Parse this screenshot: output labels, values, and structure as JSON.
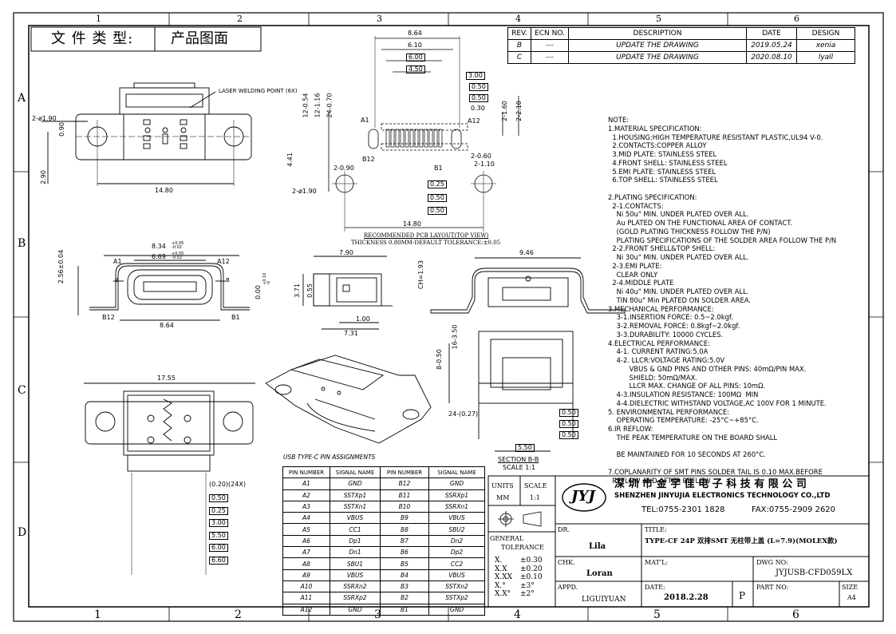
{
  "doc_type": {
    "label": "文 件 类 型:",
    "value": "产品图面"
  },
  "zones": {
    "cols": [
      "1",
      "2",
      "3",
      "4",
      "5",
      "6"
    ],
    "rows": [
      "A",
      "B",
      "C",
      "D"
    ]
  },
  "revision": {
    "headers": [
      "REV.",
      "ECN NO.",
      "DESCRIPTION",
      "DATE",
      "DESIGN"
    ],
    "rows": [
      {
        "rev": "B",
        "ecn": "---",
        "desc": "UPDATE THE DRAWING",
        "date": "2019.05.24",
        "design": "xenia"
      },
      {
        "rev": "C",
        "ecn": "---",
        "desc": "UPDATE THE DRAWING",
        "date": "2020.08.10",
        "design": "lyall"
      }
    ]
  },
  "dims": {
    "top_width": "14.80",
    "hole": "2-ø1.90",
    "d090": "0.90",
    "d290": "2.90",
    "laser": "LASER WELDING POINT (6X)",
    "pcb_864": "8.64",
    "pcb_610": "6.10",
    "pcb_600": "6.00",
    "pcb_450": "4.50",
    "pcb_300": "3.00",
    "pcb_030": "0.30",
    "pcb_050": "0.50",
    "pcb_12_054": "12-0.54",
    "pcb_12_116": "12-1.16",
    "pcb_24_070": "24-0.70",
    "pcb_2_160": "2-1.60",
    "pcb_2_210": "2-2.10",
    "pcb_2_060": "2-0.60",
    "pcb_2_110": "2-1.10",
    "pcb_2_090": "2-0.90",
    "pcb_441": "4.41",
    "pcb_025": "0.25",
    "pcb_1480": "14.80",
    "pcb_hole": "2-ø1.90",
    "pin_a1": "A1",
    "pin_a12": "A12",
    "pin_b12": "B12",
    "pin_b1": "B1",
    "pcb_caption1": "RECOMMENDED PCB LAYOUT(TOP VIEW)",
    "pcb_caption2": "THICKNESS 0.80MM-DEFAULT TOLERANCE:±0.05",
    "front_834": "8.34",
    "front_834_tol": "+0.05 -0.02",
    "front_669": "6.69",
    "front_669_tol": "+0.05 -0.02",
    "front_256": "2.56±0.04",
    "front_864": "8.64",
    "front_b": "B",
    "front_0": "0.00",
    "front_0_tol": "+0.10 -0",
    "side_790": "7.90",
    "side_ch": "CH=1.93",
    "side_371": "3.71",
    "side_055": "0.55",
    "side_100": "1.00",
    "side_731": "7.31",
    "end_946": "9.46",
    "bot_1755": "17.55",
    "bot_020": "(0.20)(24X)",
    "bot_050": "0.50",
    "bot_025": "0.25",
    "bot_300": "3.00",
    "bot_550": "5.50",
    "bot_600": "6.00",
    "bot_660": "6.60",
    "sec_16_350": "16-3.50",
    "sec_8_050": "8-0.50",
    "sec_24": "24-(0.27)",
    "sec_550": "5.50",
    "sec_050": "0.50",
    "section_title": "SECTION B-B",
    "section_scale": "SCALE 1:1"
  },
  "pin_table": {
    "title": "USB TYPE-C PIN ASSIGNMENTS",
    "headers": [
      "PIN NUMBER",
      "SIGNAL NAME",
      "PIN NUMBER",
      "SIGNAL NAME"
    ],
    "rows": [
      [
        "A1",
        "GND",
        "B12",
        "GND"
      ],
      [
        "A2",
        "SSTXp1",
        "B11",
        "SSRXp1"
      ],
      [
        "A3",
        "SSTXn1",
        "B10",
        "SSRXn1"
      ],
      [
        "A4",
        "VBUS",
        "B9",
        "VBUS"
      ],
      [
        "A5",
        "CC1",
        "B8",
        "SBU2"
      ],
      [
        "A6",
        "Dp1",
        "B7",
        "Dn2"
      ],
      [
        "A7",
        "Dn1",
        "B6",
        "Dp2"
      ],
      [
        "A8",
        "SBU1",
        "B5",
        "CC2"
      ],
      [
        "A9",
        "VBUS",
        "B4",
        "VBUS"
      ],
      [
        "A10",
        "SSRXn2",
        "B3",
        "SSTXn2"
      ],
      [
        "A11",
        "SSRXp2",
        "B2",
        "SSTXp2"
      ],
      [
        "A12",
        "GND",
        "B1",
        "GND"
      ]
    ]
  },
  "notes": [
    "NOTE:",
    "1.MATERIAL SPECIFICATION:",
    "  1.HOUSING:HIGH TEMPERATURE RESISTANT PLASTIC,UL94 V-0.",
    "  2.CONTACTS:COPPER ALLOY",
    "  3.MID PLATE: STAINLESS STEEL",
    "  4.FRONT SHELL: STAINLESS STEEL",
    "  5.EMI PLATE: STAINLESS STEEL",
    "  6.TOP SHELL: STAINLESS STEEL",
    "",
    "2.PLATING SPECIFICATION:",
    "  2-1.CONTACTS:",
    "    Ni 50u\" MIN. UNDER PLATED OVER ALL.",
    "    Au PLATED ON THE FUNCTIONAL AREA OF CONTACT.",
    "    (GOLD PLATING THICKNESS FOLLOW THE P/N)",
    "    PLATING SPECIFICATIONS OF THE SOLDER AREA FOLLOW THE P/N",
    "  2-2.FRONT SHELL&TOP SHELL:",
    "    Ni 30u\" MIN. UNDER PLATED OVER ALL.",
    "  2-3.EMI PLATE:",
    "    CLEAR ONLY",
    "  2-4.MIDDLE PLATE",
    "    Ni 40u\" MIN. UNDER PLATED OVER ALL.",
    "    TIN 80u\" Min PLATED ON SOLDER AREA.",
    "3.MECHANICAL PERFORMANCE:",
    "    3-1.INSERTION FORCE: 0.5~2.0kgf.",
    "    3-2.REMOVAL FORCE: 0.8kgf~2.0kgf.",
    "    3-3.DURABILITY: 10000 CYCLES.",
    "4.ELECTRICAL PERFORMANCE:",
    "    4-1. CURRENT RATING:5.0A",
    "    4-2. LLCR:VOLTAGE RATING:5.0V",
    "          VBUS & GND PINS AND OTHER PINS: 40mΩ/PIN MAX.",
    "          SHIELD: 50mΩ/MAX.",
    "          LLCR MAX. CHANGE OF ALL PINS: 10mΩ.",
    "    4-3.INSULATION RESISTANCE: 100MΩ  MIN",
    "    4-4.DIELECTRIC WITHSTAND VOLTAGE,AC 100V FOR 1 MINUTE.",
    "5. ENVIRONMENTAL PERFORMANCE:",
    "    OPERATING TEMPERATURE: -25°C~+85°C.",
    "6.IR REFLOW:",
    "    THE PEAK TEMPERATURE ON THE BOARD SHALL",
    "",
    "    BE MAINTAINED FOR 10 SECONDS AT 260°C.",
    "",
    "7.COPLANARITY OF SMT PINS SOLDER TAIL IS 0.10 MAX.BEFORE",
    "  REFLOW AND AFTER REFLOW"
  ],
  "title_block": {
    "units_label": "UNITS",
    "units_value": "MM",
    "scale_label": "SCALE",
    "scale_value": "1:1",
    "general": "GENERAL",
    "tolerance": "TOLERANCE",
    "tol_rows": [
      [
        "X.",
        "±0.30"
      ],
      [
        "X.X",
        "±0.20"
      ],
      [
        "X.XX",
        "±0.10"
      ],
      [
        "X.°",
        "±3°"
      ],
      [
        "X.X°",
        "±2°"
      ]
    ],
    "logo": "JYJ",
    "company_cn": "深 圳 市 金 宇 佳 电 子 科 技 有 限 公 司",
    "company_en": "SHENZHEN JINYUJIA ELECTRONICS TECHNOLOGY CO.,LTD",
    "tel": "TEL:0755-2301 1828",
    "fax": "FAX:0755-2909 2620",
    "dr_label": "DR.",
    "dr_value": "Lila",
    "title_label": "TITLE:",
    "title_value": "TYPE-CF 24P 双排SMT 无柱带上盖 (L=7.9)(MOLEX款)",
    "chk_label": "CHK.",
    "chk_value": "Loran",
    "mat_label": "MAT'L:",
    "dwg_label": "DWG NO:",
    "dwg_value": "JYJUSB-CFD059LX",
    "appd_label": "APPD.",
    "appd_value": "LIGUIYUAN",
    "date_label": "DATE:",
    "date_value": "2018.2.28",
    "p_label": "P",
    "part_label": "PART NO:",
    "size_label": "SIZE",
    "size_value": "A4"
  }
}
